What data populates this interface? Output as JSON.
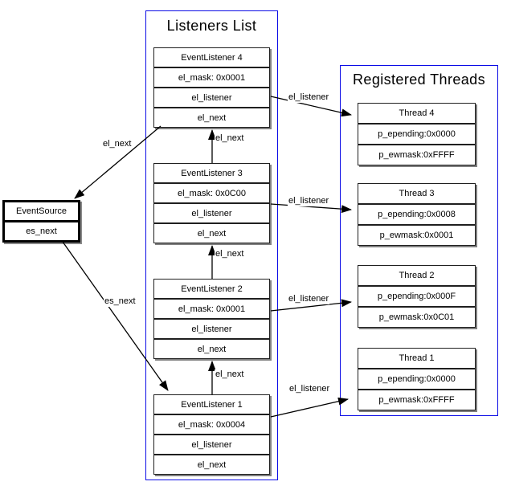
{
  "groups": {
    "listeners": {
      "title": "Listeners List"
    },
    "threads": {
      "title": "Registered Threads"
    }
  },
  "event_source": {
    "title": "EventSource",
    "fields": [
      "es_next"
    ]
  },
  "listeners": [
    {
      "title": "EventListener 4",
      "fields": [
        "el_mask: 0x0001",
        "el_listener",
        "el_next"
      ]
    },
    {
      "title": "EventListener 3",
      "fields": [
        "el_mask: 0x0C00",
        "el_listener",
        "el_next"
      ]
    },
    {
      "title": "EventListener 2",
      "fields": [
        "el_mask: 0x0001",
        "el_listener",
        "el_next"
      ]
    },
    {
      "title": "EventListener 1",
      "fields": [
        "el_mask: 0x0004",
        "el_listener",
        "el_next"
      ]
    }
  ],
  "threads": [
    {
      "title": "Thread 4",
      "fields": [
        "p_epending:0x0000",
        "p_ewmask:0xFFFF"
      ]
    },
    {
      "title": "Thread 3",
      "fields": [
        "p_epending:0x0008",
        "p_ewmask:0x0001"
      ]
    },
    {
      "title": "Thread 2",
      "fields": [
        "p_epending:0x000F",
        "p_ewmask:0x0C01"
      ]
    },
    {
      "title": "Thread 1",
      "fields": [
        "p_epending:0x0000",
        "p_ewmask:0xFFFF"
      ]
    }
  ],
  "edge_labels": {
    "el_next_source": "el_next",
    "es_next": "es_next",
    "el_next_3_to_4": "el_next",
    "el_next_2_to_3": "el_next",
    "el_next_1_to_2": "el_next",
    "el_listener_4": "el_listener",
    "el_listener_3": "el_listener",
    "el_listener_2": "el_listener",
    "el_listener_1": "el_listener"
  },
  "colors": {
    "group_border": "#0b0be6",
    "box_border": "#1f1f1f",
    "box_shadow": "#808080",
    "arrow": "#000000",
    "background": "#ffffff"
  }
}
